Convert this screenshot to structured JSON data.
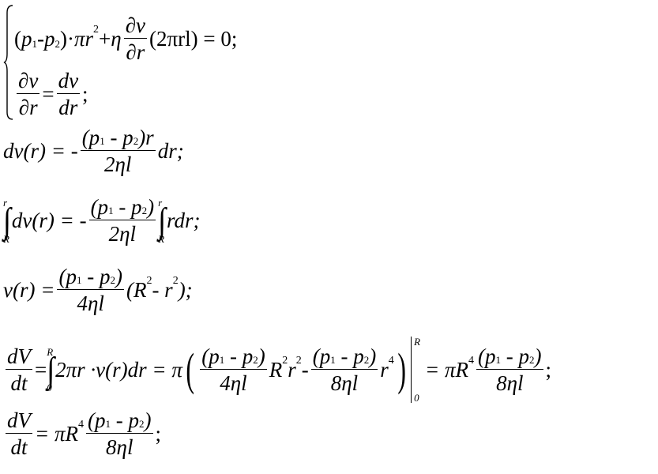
{
  "system": {
    "l1": {
      "open": "(",
      "p": "p",
      "sub1": "1",
      "minus": " - ",
      "sub2": "2",
      "close": ")",
      "dot": " ·",
      "pi_r": "πr",
      "sq": "2",
      "plus": " + ",
      "eta": "η",
      "num": "∂v",
      "den": "∂r",
      "tail": "(2πrl) = 0;"
    },
    "l2": {
      "num1": "∂v",
      "den1": "∂r",
      "eq": " = ",
      "num2": "dv",
      "den2": "dr",
      "end": ";"
    }
  },
  "e3": {
    "lhs": "dv(r) = - ",
    "num_a": "(p",
    "sub1": "1",
    "mid": " - p",
    "sub2": "2",
    "num_b": ")r",
    "den": "2ηl",
    "tail": "dr;"
  },
  "e4": {
    "up": "r",
    "low": "R",
    "integral": "∫",
    "body1": "dv(r) = - ",
    "num_a": "(p",
    "sub1": "1",
    "mid": " - p",
    "sub2": "2",
    "num_b": ")",
    "den": "2ηl",
    "body2": "rdr;"
  },
  "e5": {
    "lhs": "v(r) = ",
    "num_a": "(p",
    "sub1": "1",
    "mid": " - p",
    "sub2": "2",
    "num_b": ")",
    "den": "4ηl",
    "rest_a": "(R",
    "sq": "2",
    "rest_b": " - r",
    "rest_c": ");"
  },
  "e6": {
    "num": "dV",
    "den": "dt",
    "eq": " = ",
    "up": "R",
    "low": "0",
    "body": "2πr ·v(r)dr = π",
    "f1_num_a": "(p",
    "f1_sub1": "1",
    "f1_mid": " - p",
    "f1_sub2": "2",
    "f1_num_b": ")",
    "f1_den": "4ηl",
    "t1a": "R",
    "t1b": "r",
    "sq": "2",
    "minus": " - ",
    "f2_num_a": "(p",
    "f2_sub1": "1",
    "f2_mid": " - p",
    "f2_sub2": "2",
    "f2_num_b": ")",
    "f2_den": "8ηl",
    "t2": "r",
    "four": "4",
    "bar_up": "R",
    "bar_low": "0",
    "res": " = πR",
    "f3_num_a": "(p",
    "f3_sub1": "1",
    "f3_mid": " - p",
    "f3_sub2": "2",
    "f3_num_b": ")",
    "f3_den": "8ηl",
    "end": ";"
  },
  "e7": {
    "num": "dV",
    "den": "dt",
    "res": " = πR",
    "four": "4",
    "num_a": "(p",
    "sub1": "1",
    "mid": " - p",
    "sub2": "2",
    "num_b": ")",
    "den_f": "8ηl",
    "end": ";"
  }
}
